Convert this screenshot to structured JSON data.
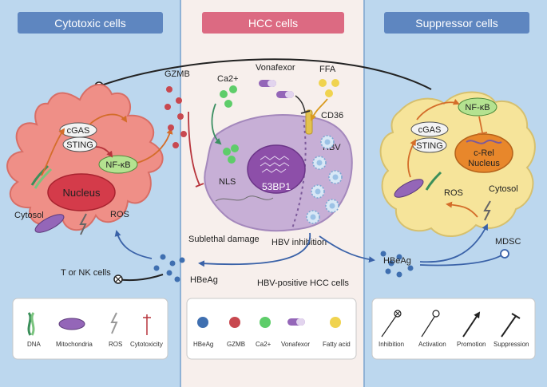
{
  "panels": {
    "cytotoxic": "Cytotoxic cells",
    "hcc": "HCC cells",
    "suppressor": "Suppressor cells"
  },
  "left": {
    "cgas": "cGAS",
    "sting": "STING",
    "nfkb": "NF-κB",
    "nucleus": "Nucleus",
    "cytosol": "Cytosol",
    "ros": "ROS",
    "t_nk": "T or NK cells"
  },
  "middle": {
    "gzmb": "GZMB",
    "ca": "Ca2+",
    "vonafexor": "Vonafexor",
    "ffa": "FFA",
    "cd36": "CD36",
    "hbv": "HBV",
    "nls": "NLS",
    "p53bp1": "53BP1",
    "sublethal": "Sublethal damage",
    "hbv_inhibition": "HBV inhibition",
    "hbeag": "HBeAg",
    "hbv_positive": "HBV-positive HCC cells"
  },
  "right": {
    "nfkb": "NF-κB",
    "cgas": "cGAS",
    "sting": "STING",
    "crel": "c-Rel",
    "nucleus": "Nucleus",
    "ros": "ROS",
    "cytosol": "Cytosol",
    "hbeag": "HBeAg",
    "mdsc": "MDSC"
  },
  "legend_left": {
    "dna": "DNA",
    "mito": "Mitochondria",
    "ros": "ROS",
    "cyto": "Cytotoxicity"
  },
  "legend_mid": {
    "hbeag": "HBeAg",
    "gzmb": "GZMB",
    "ca": "Ca2+",
    "vona": "Vonafexor",
    "fa": "Fatty acid"
  },
  "legend_right": {
    "inh": "Inhibition",
    "act": "Activation",
    "pro": "Promotion",
    "sup": "Suppression"
  },
  "colors": {
    "side_bg": "#bcd7ee",
    "mid_bg": "#f7efec",
    "header_blue": "#5e86c0",
    "header_pink": "#dc6a82",
    "killer_cell": "#ef8f87",
    "hcc_cell": "#c7afd6",
    "suppressor_cell": "#f6e49a",
    "hbeag": "#3f6fb0",
    "gzmb": "#c8484f",
    "ca": "#5ecd6a"
  }
}
